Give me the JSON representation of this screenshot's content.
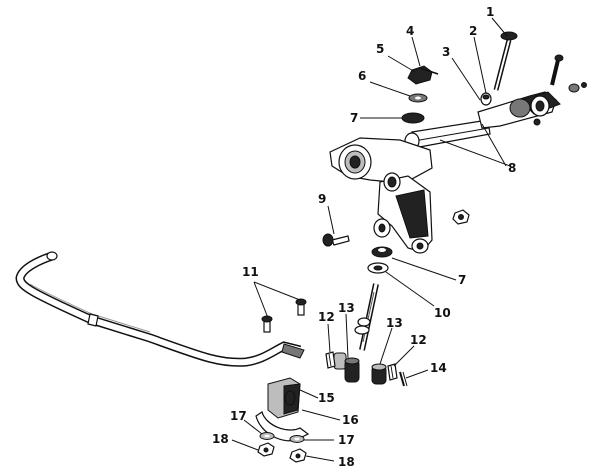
{
  "callouts": [
    {
      "id": "c1",
      "text": "1"
    },
    {
      "id": "c2",
      "text": "2"
    },
    {
      "id": "c3",
      "text": "3"
    },
    {
      "id": "c4",
      "text": "4"
    },
    {
      "id": "c5",
      "text": "5"
    },
    {
      "id": "c6",
      "text": "6"
    },
    {
      "id": "c7a",
      "text": "7"
    },
    {
      "id": "c8",
      "text": "8"
    },
    {
      "id": "c9",
      "text": "9"
    },
    {
      "id": "c7b",
      "text": "7"
    },
    {
      "id": "c10",
      "text": "10"
    },
    {
      "id": "c11",
      "text": "11"
    },
    {
      "id": "c12a",
      "text": "12"
    },
    {
      "id": "c13a",
      "text": "13"
    },
    {
      "id": "c13b",
      "text": "13"
    },
    {
      "id": "c12b",
      "text": "12"
    },
    {
      "id": "c14",
      "text": "14"
    },
    {
      "id": "c15",
      "text": "15"
    },
    {
      "id": "c16",
      "text": "16"
    },
    {
      "id": "c17a",
      "text": "17"
    },
    {
      "id": "c17b",
      "text": "17"
    },
    {
      "id": "c18a",
      "text": "18"
    },
    {
      "id": "c18b",
      "text": "18"
    }
  ],
  "colors": {
    "ink": "#111111",
    "background": "#ffffff",
    "shade_dark": "#222222",
    "shade_mid": "#777777",
    "shade_light": "#bdbdbd"
  }
}
